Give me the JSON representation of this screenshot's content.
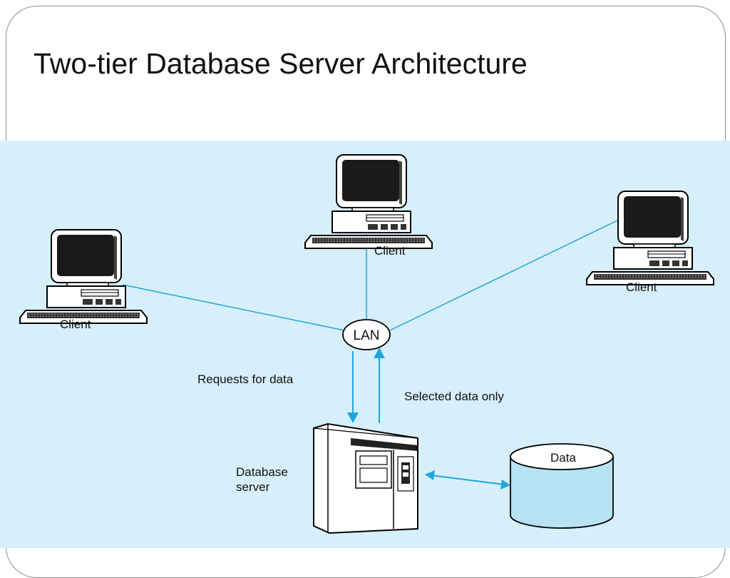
{
  "slide": {
    "title": "Two-tier Database Server Architecture"
  },
  "diagram": {
    "clients": [
      "Client",
      "Client",
      "Client"
    ],
    "hub_label": "LAN",
    "request_label": "Requests for data",
    "response_label": "Selected data only",
    "server_label_line1": "Database",
    "server_label_line2": "server",
    "storage_label": "Data"
  },
  "colors": {
    "background_panel": "#d6effa",
    "connector_line": "#1fa6dd",
    "storage_fill": "#b7e2f4",
    "monitor_screen": "#1a1a1a"
  }
}
